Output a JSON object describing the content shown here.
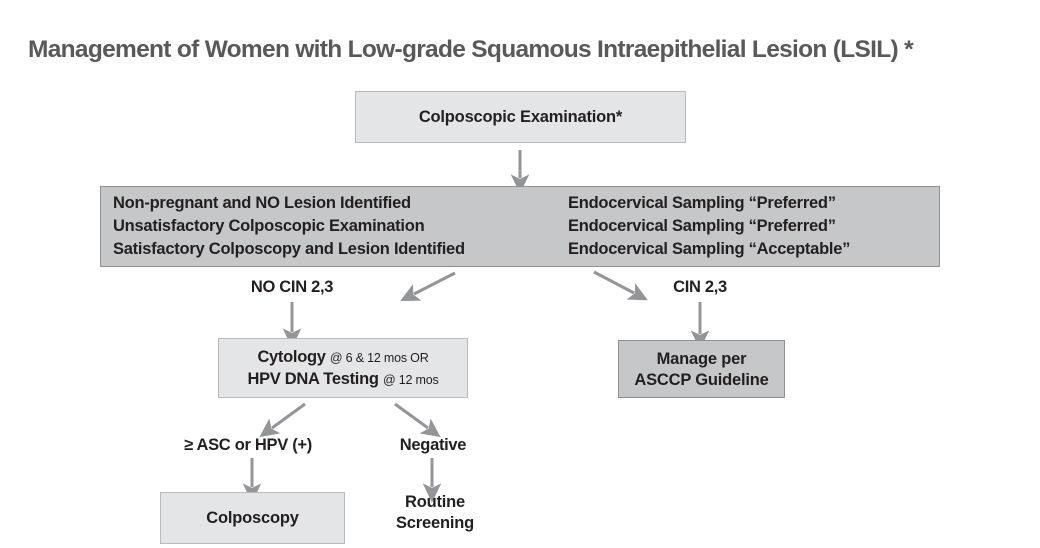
{
  "title": "Management of Women with Low-grade Squamous Intraepithelial Lesion (LSIL) *",
  "nodes": {
    "colposcopic_exam": "Colposcopic Examination*",
    "findings": {
      "rows": [
        {
          "condition": "Non-pregnant and NO Lesion Identified",
          "recommendation": "Endocervical Sampling “Preferred”"
        },
        {
          "condition": "Unsatisfactory Colposcopic Examination",
          "recommendation": "Endocervical Sampling “Preferred”"
        },
        {
          "condition": "Satisfactory Colposcopy and Lesion Identified",
          "recommendation": "Endocervical Sampling “Acceptable”"
        }
      ]
    },
    "cytology": {
      "line1_main": "Cytology",
      "line1_note": "@ 6 & 12 mos OR",
      "line2_main": "HPV DNA Testing",
      "line2_note": "@ 12 mos"
    },
    "manage_asccp": {
      "line1": "Manage per",
      "line2": "ASCCP Guideline"
    },
    "colposcopy": "Colposcopy",
    "routine_screening": {
      "line1": "Routine",
      "line2": "Screening"
    }
  },
  "edge_labels": {
    "no_cin_23": "NO CIN 2,3",
    "cin_23": "CIN 2,3",
    "asc_or_hpv_positive": "≥ ASC or HPV (+)",
    "negative": "Negative"
  },
  "colors": {
    "box_light_fill": "#e4e5e7",
    "box_dark_fill": "#c6c7c9",
    "box_light_border": "#b9babc",
    "box_dark_border": "#8f9092",
    "arrow": "#939598",
    "title_text": "#58595b",
    "body_text": "#231f20",
    "background": "#ffffff"
  }
}
